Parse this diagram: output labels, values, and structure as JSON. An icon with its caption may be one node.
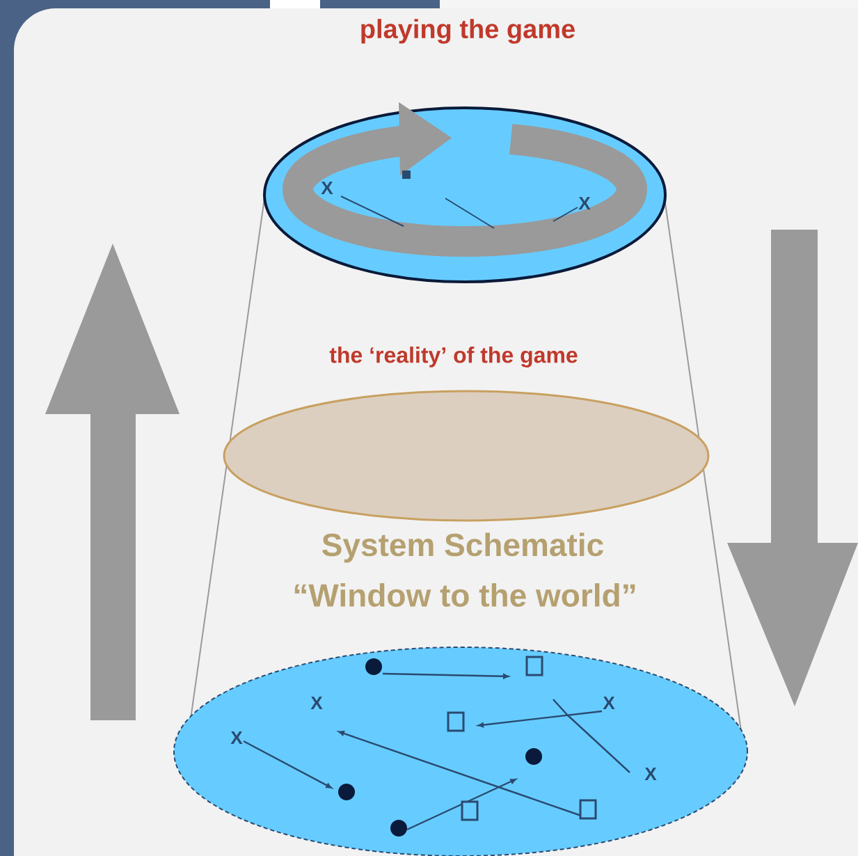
{
  "diagram": {
    "nodes": [
      {
        "text": [
          "playing the game"
        ]
      },
      {
        "text": [
          "the ‘reality’ of the game"
        ]
      },
      {
        "text": [
          "System Schematic",
          "“Window to the world”"
        ]
      }
    ],
    "edges": [],
    "labels": [
      "X",
      "X",
      "X",
      "X",
      "X",
      "X"
    ]
  }
}
